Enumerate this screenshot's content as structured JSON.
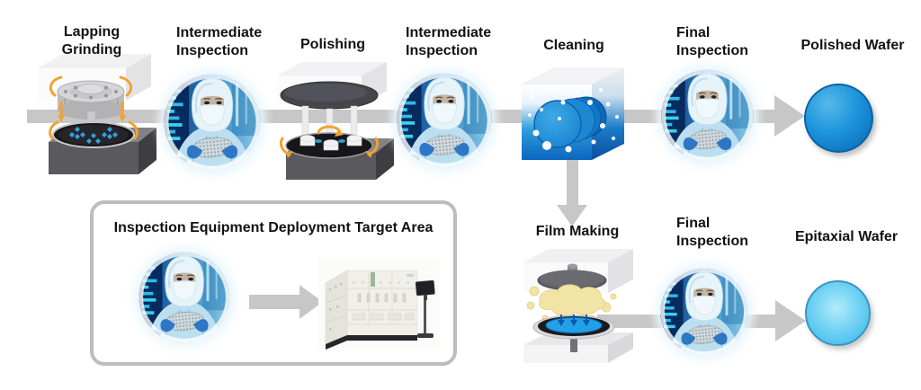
{
  "flow_top": [
    {
      "id": "lapping-grinding",
      "lines": [
        "Lapping",
        "Grinding"
      ]
    },
    {
      "id": "intermediate-inspection-1",
      "lines": [
        "Intermediate",
        "Inspection"
      ]
    },
    {
      "id": "polishing",
      "lines": [
        "Polishing"
      ]
    },
    {
      "id": "intermediate-inspection-2",
      "lines": [
        "Intermediate",
        "Inspection"
      ]
    },
    {
      "id": "cleaning",
      "lines": [
        "Cleaning"
      ]
    },
    {
      "id": "final-inspection-1",
      "lines": [
        "Final",
        "Inspection"
      ]
    },
    {
      "id": "polished-wafer",
      "lines": [
        "Polished Wafer"
      ]
    }
  ],
  "flow_bottom": [
    {
      "id": "film-making",
      "lines": [
        "Film Making"
      ]
    },
    {
      "id": "final-inspection-2",
      "lines": [
        "Final",
        "Inspection"
      ]
    },
    {
      "id": "epitaxial-wafer",
      "lines": [
        "Epitaxial Wafer"
      ]
    }
  ],
  "legend": {
    "title": "Inspection Equipment Deployment Target Area"
  },
  "illustrations": {
    "lapping_grinding": "lapping-grinding-machine",
    "inspection": "cleanroom-inspector-photo",
    "polishing": "polishing-machine",
    "cleaning": "wafer-cleaning-tank",
    "film_making": "film-deposition-chamber",
    "equipment": "inspection-equipment-cabinet",
    "polished_wafer": "blue-wafer-disc",
    "epitaxial_wafer": "light-blue-wafer-disc"
  },
  "colors": {
    "flow_arrow": "#C7C7C8",
    "rotation_arrow": "#F2A230",
    "polished_wafer": "#1E95DC",
    "epitaxial_wafer": "#5FCBF1",
    "cleaning_tank_blue": "#1787D6",
    "film_material_yellow": "#F2E3A6",
    "text": "#121212",
    "legend_border": "#BDBDBD"
  }
}
